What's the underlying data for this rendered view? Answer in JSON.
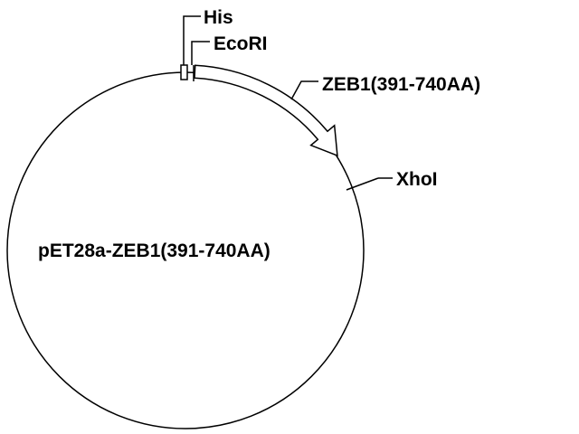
{
  "plasmid": {
    "name": "pET28a-ZEB1(391-740AA)"
  },
  "features": {
    "his": "His",
    "ecori": "EcoRI",
    "insert": "ZEB1(391-740AA)",
    "xhoi": "XhoI"
  },
  "colors": {
    "stroke": "#000000",
    "background": "#ffffff"
  }
}
